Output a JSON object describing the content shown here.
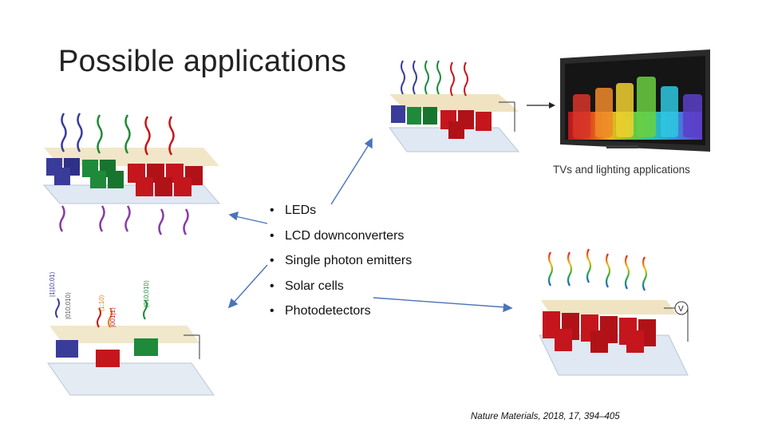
{
  "slide": {
    "title": "Possible applications",
    "bullets": [
      "LEDs",
      "LCD downconverters",
      "Single photon emitters",
      "Solar cells",
      "Photodetectors"
    ],
    "tv_caption": "TVs and lighting applications",
    "citation": "Nature Materials, 2018, 17, 394–405",
    "photodetector_meter_label": "V",
    "spe_labels": [
      "|1|10;01⟩",
      "|010;010⟩",
      "|1;10⟩",
      "|001|1⟩",
      "|010;010⟩"
    ]
  },
  "colors": {
    "arrow": "#4a74b8",
    "blue_cube": "#3a3c9a",
    "green_cube": "#1e8a3a",
    "red_cube": "#c4161c",
    "substrate": "#dfe8f3",
    "film": "#efe3c2"
  }
}
